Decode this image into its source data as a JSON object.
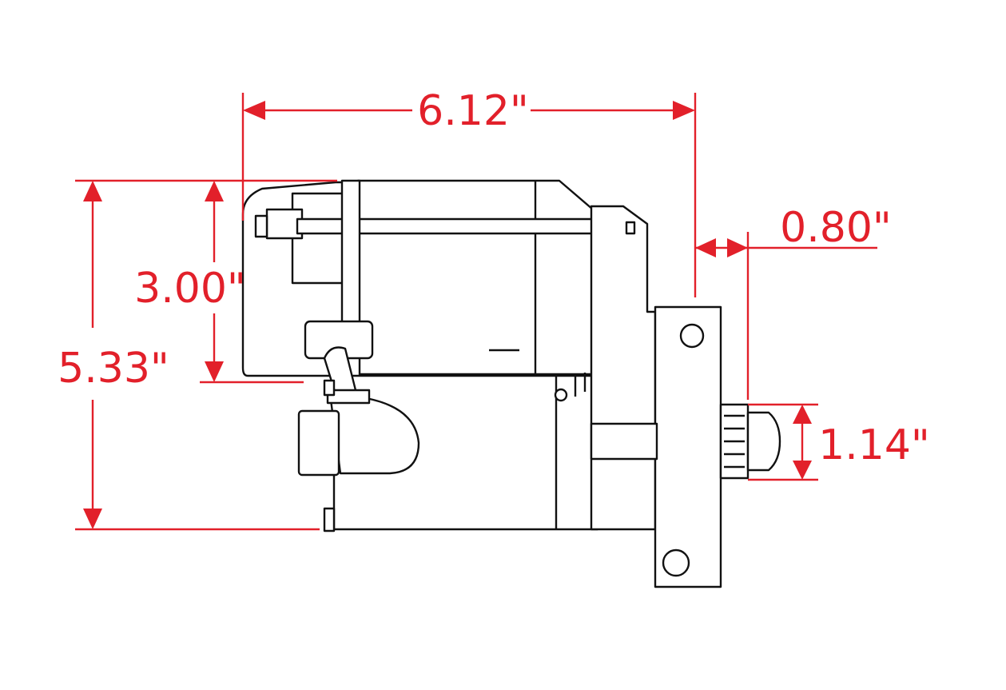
{
  "diagram": {
    "subject": "starter-motor-side-view",
    "dimension_color": "#e2202a",
    "outline_color": "#111111",
    "dimensions": {
      "overall_length": "6.12\"",
      "pinion_offset": "0.80\"",
      "overall_height": "5.33\"",
      "solenoid_height": "3.00\"",
      "pinion_diameter": "1.14\""
    }
  }
}
